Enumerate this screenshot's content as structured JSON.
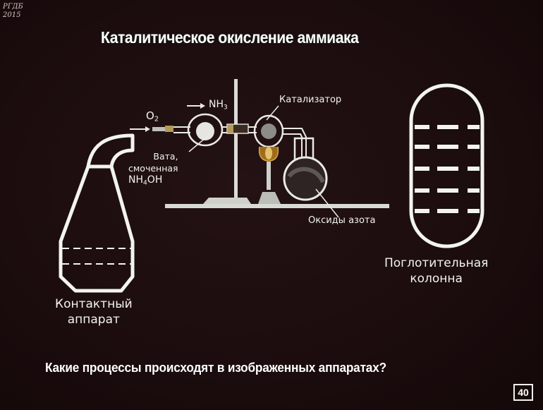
{
  "watermark": {
    "org": "РГДБ",
    "year": "2015"
  },
  "title": "Каталитическое окисление аммиака",
  "labels": {
    "contact_apparatus": {
      "line1": "Контактный",
      "line2": "аппарат"
    },
    "absorption_column": {
      "line1": "Поглотительная",
      "line2": "колонна"
    },
    "oxygen": {
      "base": "O",
      "sub": "2"
    },
    "ammonia": {
      "base": "NH",
      "sub": "3"
    },
    "catalyst": "Катализатор",
    "cotton": {
      "line1": "Вата,",
      "line2": "смоченная",
      "formula_a": "NH",
      "formula_sub": "4",
      "formula_b": "OH"
    },
    "nitrogen_oxides": "Оксиды азота"
  },
  "question": "Какие процессы происходят в изображенных аппаратах?",
  "slide_number": "40",
  "colors": {
    "background": "#1c0d0e",
    "line": "#f2f4ef",
    "flame": "#c8902a"
  }
}
